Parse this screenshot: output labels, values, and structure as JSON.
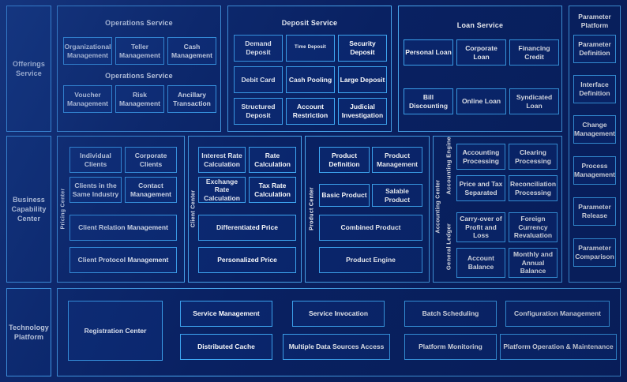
{
  "rows": [
    {
      "label": "Offerings Service"
    },
    {
      "label": "Business Capability Center"
    },
    {
      "label": "Technology Platform"
    }
  ],
  "offerings": {
    "groups": [
      {
        "title": "Operations Service",
        "subtitle": "Operations Service",
        "tiles": [
          "Organizational Management",
          "Teller Management",
          "Cash Management",
          "Voucher Management",
          "Risk Management",
          "Ancillary Transaction"
        ]
      },
      {
        "title": "Deposit Service",
        "tiles": [
          "Demand Deposit",
          "Time Deposit",
          "Security Deposit",
          "Debit Card",
          "Cash Pooling",
          "Large Deposit",
          "Structured Deposit",
          "Account Restriction",
          "Judicial Investigation"
        ]
      },
      {
        "title": "Loan Service",
        "tiles": [
          "Personal Loan",
          "Corporate Loan",
          "Financing Credit",
          "Bill Discounting",
          "Online Loan",
          "Syndicated Loan"
        ]
      }
    ]
  },
  "parameter_platform": {
    "title": "Parameter Platform",
    "tiles": [
      "Parameter Definition",
      "Interface Definition",
      "Change Management",
      "Process Management",
      "Parameter Release",
      "Parameter Comparison"
    ]
  },
  "business": {
    "panels": [
      {
        "vlabel": "Pricing Center",
        "tiles": [
          "Individual Clients",
          "Corporate Clients",
          "Clients in the Same Industry",
          "Contact Management",
          "Client Relation Management",
          "Client Protocol Management"
        ]
      },
      {
        "vlabel": "Client Center",
        "tiles": [
          "Interest Rate Calculation",
          "Rate Calculation",
          "Exchange Rate Calculation",
          "Tax Rate Calculation",
          "Differentiated Price",
          "Personalized Price"
        ]
      },
      {
        "vlabel": "Product Center",
        "tiles": [
          "Product Definition",
          "Product Management",
          "Basic Product",
          "Salable Product",
          "Combined Product",
          "Product Engine"
        ]
      },
      {
        "vlabel": "Accounting Center",
        "sections": [
          {
            "vlabel": "Accounting Engine",
            "tiles": [
              "Accounting Processing",
              "Clearing Processing",
              "Price and Tax Separated",
              "Reconciliation Processing"
            ]
          },
          {
            "vlabel": "General  Ledger",
            "tiles": [
              "Carry-over of Profit and Loss",
              "Foreign Currency Revaluation",
              "Account Balance",
              "Monthly and Annual Balance"
            ]
          }
        ]
      }
    ]
  },
  "technology": {
    "registration": "Registration Center",
    "tiles": [
      "Service Management",
      "Service Invocation",
      "Batch Scheduling",
      "Configuration Management",
      "Distributed Cache",
      "Multiple Data Sources Access",
      "Platform Monitoring",
      "Platform Operation & Maintenance"
    ]
  },
  "colors": {
    "background": "#0a2060",
    "border": "#3fa9f5",
    "text": "#ffffff"
  }
}
